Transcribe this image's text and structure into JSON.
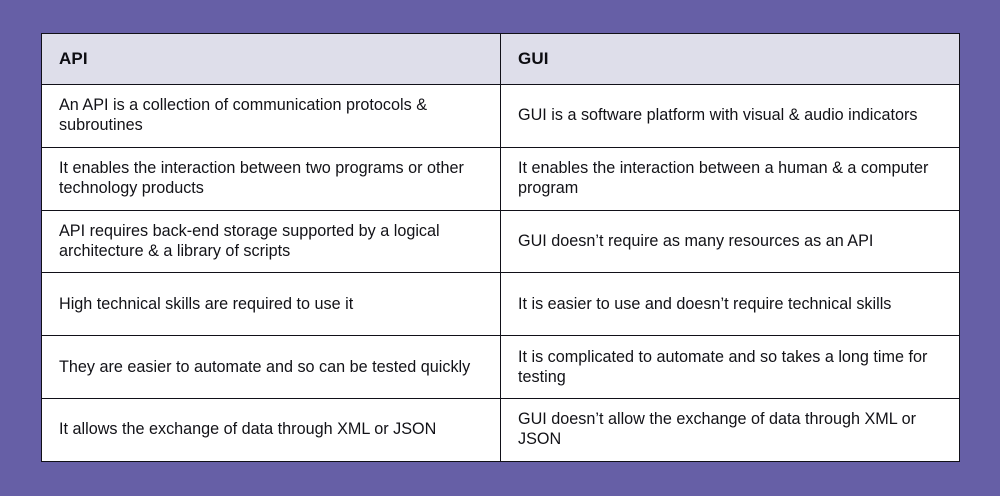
{
  "theme": {
    "background_color": "#665fa6",
    "table_background": "#ffffff",
    "header_fill": "#dedeea",
    "border_color": "#111018",
    "text_color": "#121217"
  },
  "table": {
    "headers": [
      "API",
      "GUI"
    ],
    "rows": [
      {
        "api": "An API is a collection of communication protocols & subroutines",
        "gui": "GUI is a software platform with visual & audio indicators"
      },
      {
        "api": "It enables the interaction between two programs or other technology products",
        "gui": "It enables the interaction between a human & a computer program"
      },
      {
        "api": "API requires back-end storage supported by a logical architecture & a library of scripts",
        "gui": "GUI doesn’t require as many resources as an API"
      },
      {
        "api": "High technical skills are required to use it",
        "gui": "It is easier to use and doesn’t require technical skills"
      },
      {
        "api": "They are easier to automate and so can be tested quickly",
        "gui": "It is complicated to automate and so takes a long time for testing"
      },
      {
        "api": "It allows the exchange of data through XML or JSON",
        "gui": "GUI doesn’t allow the exchange of data through XML or JSON"
      }
    ]
  }
}
